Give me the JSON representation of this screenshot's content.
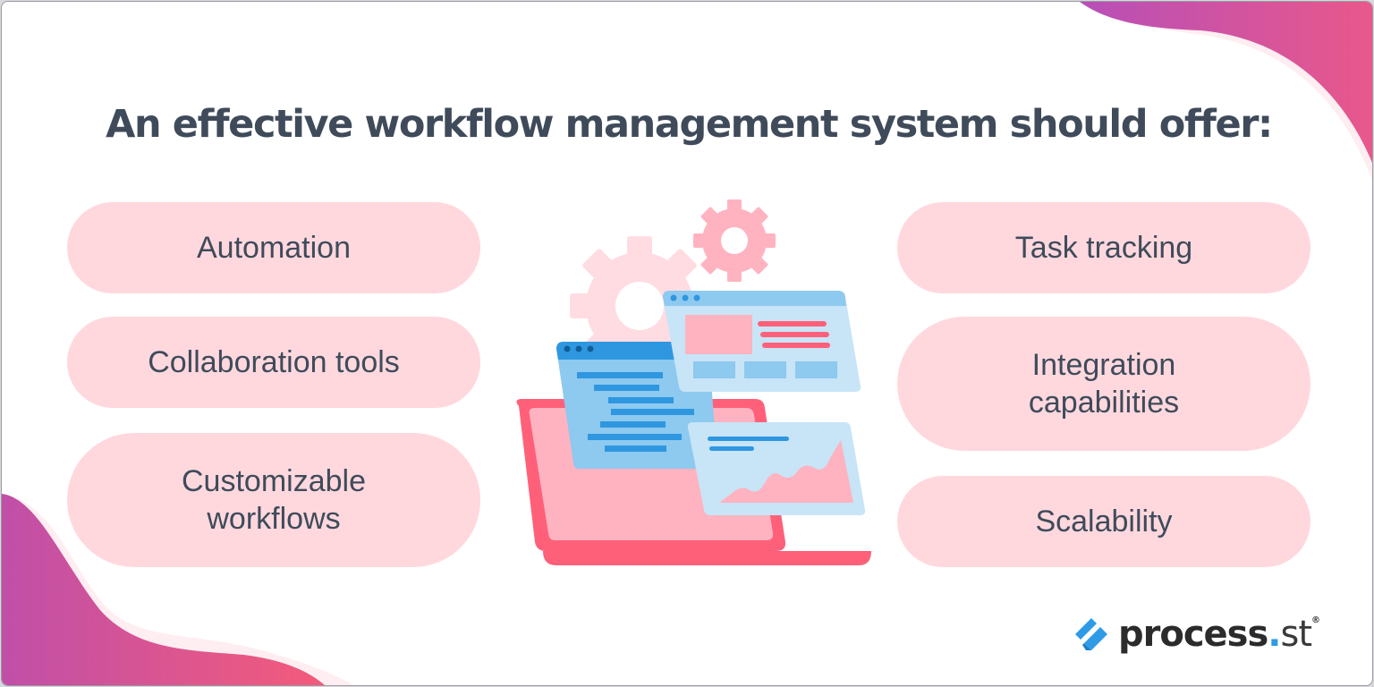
{
  "title": "An effective workflow management system should offer:",
  "left_features": [
    {
      "label": "Automation"
    },
    {
      "label": "Collaboration tools"
    },
    {
      "label": "Customizable workflows"
    }
  ],
  "right_features": [
    {
      "label": "Task tracking"
    },
    {
      "label": "Integration capabilities"
    },
    {
      "label": "Scalability"
    }
  ],
  "illustration": {
    "description": "laptop with browser windows and gears",
    "icons": [
      "gear-icon",
      "laptop-icon",
      "browser-window-icon",
      "chart-icon"
    ]
  },
  "logo": {
    "name": "process",
    "dot": ".",
    "suffix": "st",
    "registered": "®"
  },
  "colors": {
    "title": "#3f4b5a",
    "pill_bg": "#ffd8de",
    "accent_pink": "#ff6079",
    "accent_blue": "#2f9be6",
    "gradient_start": "#b74fb8",
    "gradient_end": "#f05a7e"
  }
}
